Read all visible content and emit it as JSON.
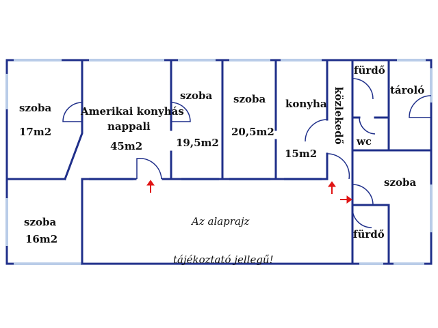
{
  "rooms": {
    "room1": {
      "name": "szoba",
      "area": "17m2"
    },
    "room2": {
      "name": "Amerikai konyhás",
      "name2": "nappali",
      "area": "45m2"
    },
    "room3": {
      "name": "szoba",
      "area": "19,5m2"
    },
    "room4": {
      "name": "szoba",
      "area": "20,5m2"
    },
    "room5": {
      "name": "konyha",
      "area": "15m2"
    },
    "corridor": {
      "name": "közlekedő"
    },
    "bath1": {
      "name": "fürdő"
    },
    "wc": {
      "name": "wc"
    },
    "storage": {
      "name": "tároló"
    },
    "room6": {
      "name": "szoba"
    },
    "bath2": {
      "name": "fürdő"
    },
    "room7": {
      "name": "szoba",
      "area": "16m2"
    }
  },
  "notes": {
    "line1": "Az alaprajz",
    "line2": "tájékoztató jellegű!"
  },
  "colors": {
    "wall": "#1f2f8a",
    "window": "#b9cce8",
    "entrance_arrow": "#e01515"
  }
}
